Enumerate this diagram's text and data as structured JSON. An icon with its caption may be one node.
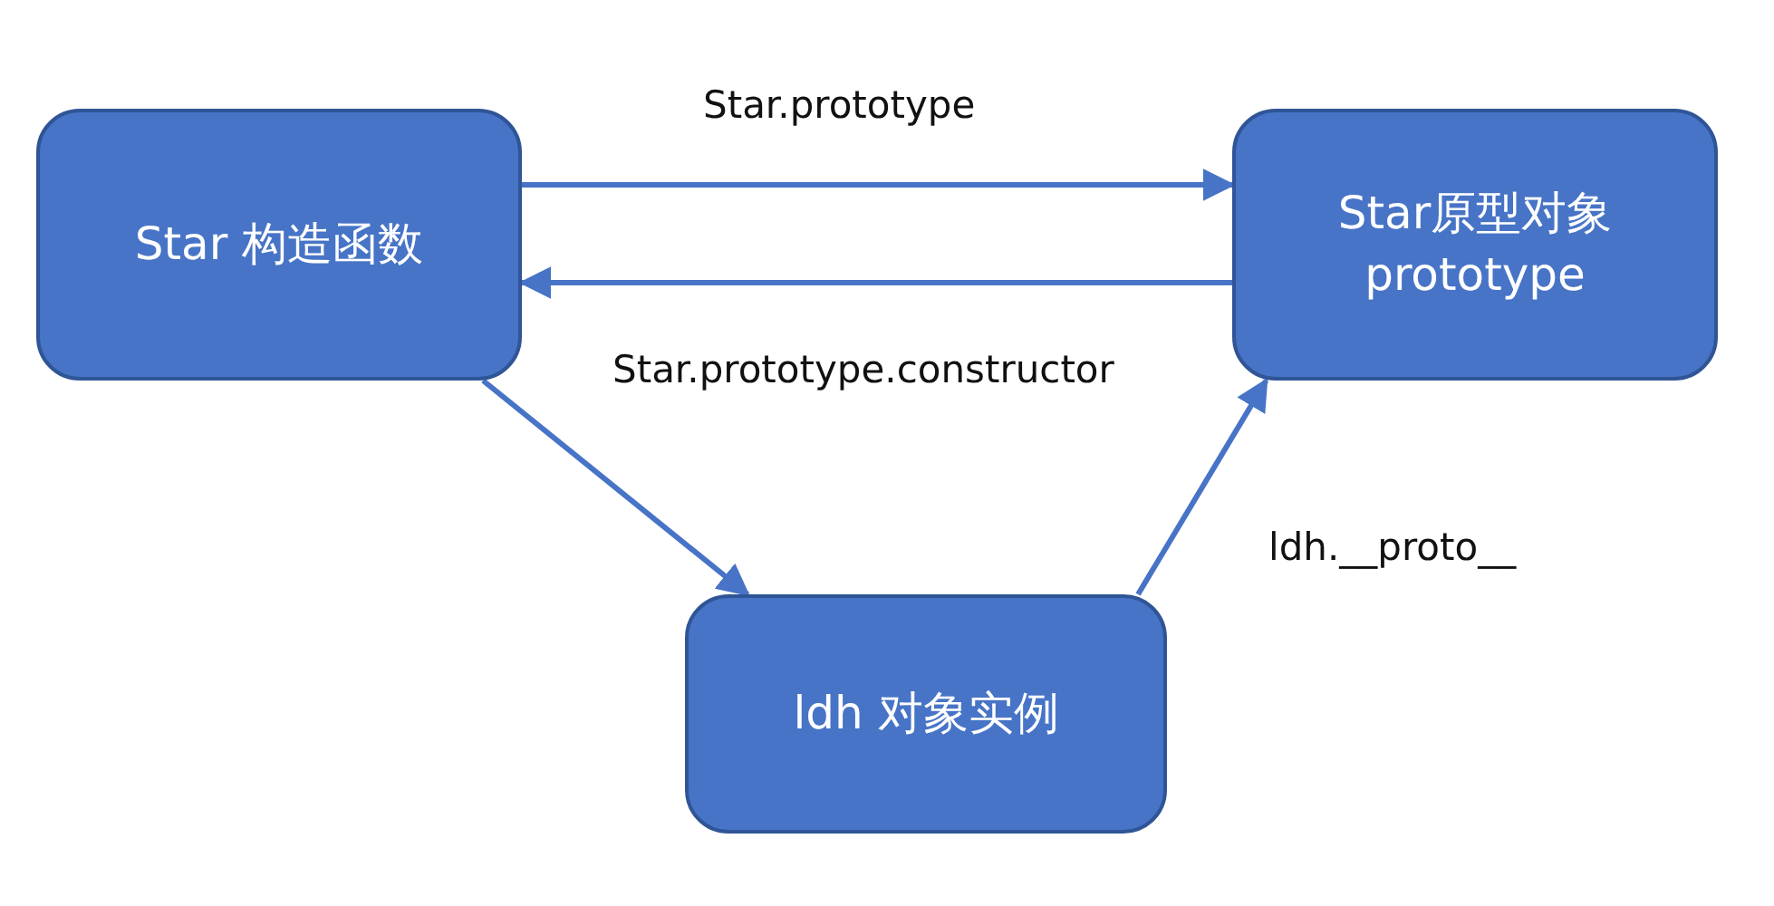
{
  "diagram": {
    "nodes": [
      {
        "text": [
          "Star 构造函数"
        ]
      },
      {
        "text": [
          "Star原型对象 prototype"
        ]
      },
      {
        "text": [
          "ldh 对象实例"
        ]
      }
    ],
    "edges": [
      {
        "from": 0,
        "to": 1,
        "arrow": "to",
        "label": "Star.prototype"
      },
      {
        "from": 1,
        "to": 0,
        "arrow": "to",
        "label": "Star.prototype.constructor"
      },
      {
        "from": 0,
        "to": 2,
        "arrow": "to"
      },
      {
        "from": 2,
        "to": 1,
        "arrow": "to",
        "label": "ldh.__proto__"
      }
    ]
  }
}
